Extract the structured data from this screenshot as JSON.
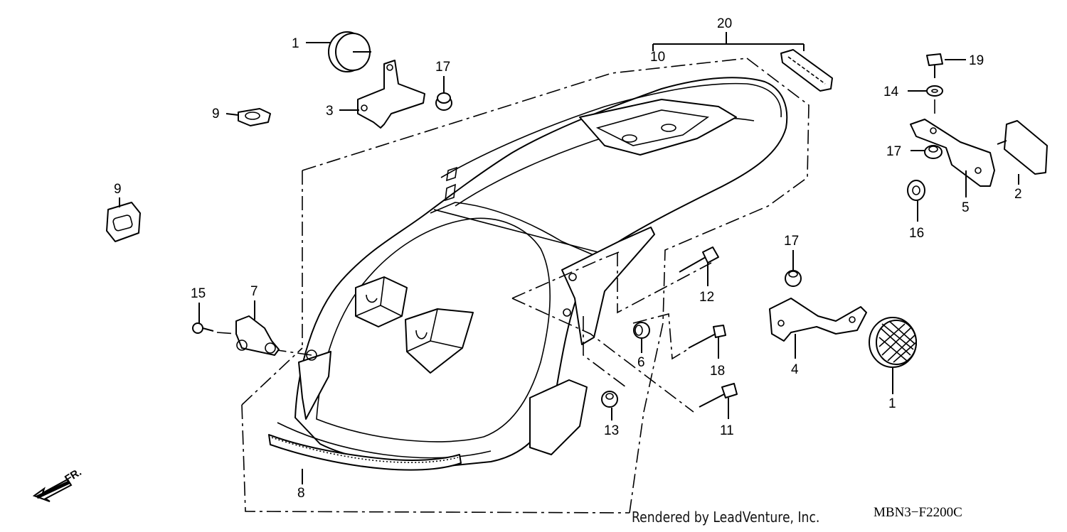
{
  "callouts": [
    {
      "id": "c1a",
      "text": "1"
    },
    {
      "id": "c3",
      "text": "3"
    },
    {
      "id": "c17a",
      "text": "17"
    },
    {
      "id": "c9a",
      "text": "9"
    },
    {
      "id": "c9b",
      "text": "9"
    },
    {
      "id": "c20",
      "text": "20"
    },
    {
      "id": "c10",
      "text": "10"
    },
    {
      "id": "c19",
      "text": "19"
    },
    {
      "id": "c14",
      "text": "14"
    },
    {
      "id": "c17b",
      "text": "17"
    },
    {
      "id": "c2",
      "text": "2"
    },
    {
      "id": "c5",
      "text": "5"
    },
    {
      "id": "c16",
      "text": "16"
    },
    {
      "id": "c17c",
      "text": "17"
    },
    {
      "id": "c12",
      "text": "12"
    },
    {
      "id": "c15",
      "text": "15"
    },
    {
      "id": "c7",
      "text": "7"
    },
    {
      "id": "c6",
      "text": "6"
    },
    {
      "id": "c18",
      "text": "18"
    },
    {
      "id": "c4",
      "text": "4"
    },
    {
      "id": "c1b",
      "text": "1"
    },
    {
      "id": "c13",
      "text": "13"
    },
    {
      "id": "c11",
      "text": "11"
    },
    {
      "id": "c8",
      "text": "8"
    }
  ],
  "front_marker": "FR.",
  "credit": "Rendered by LeadVenture, Inc.",
  "diagram_code": "MBN3−F2200C",
  "ink_color": "#000000"
}
